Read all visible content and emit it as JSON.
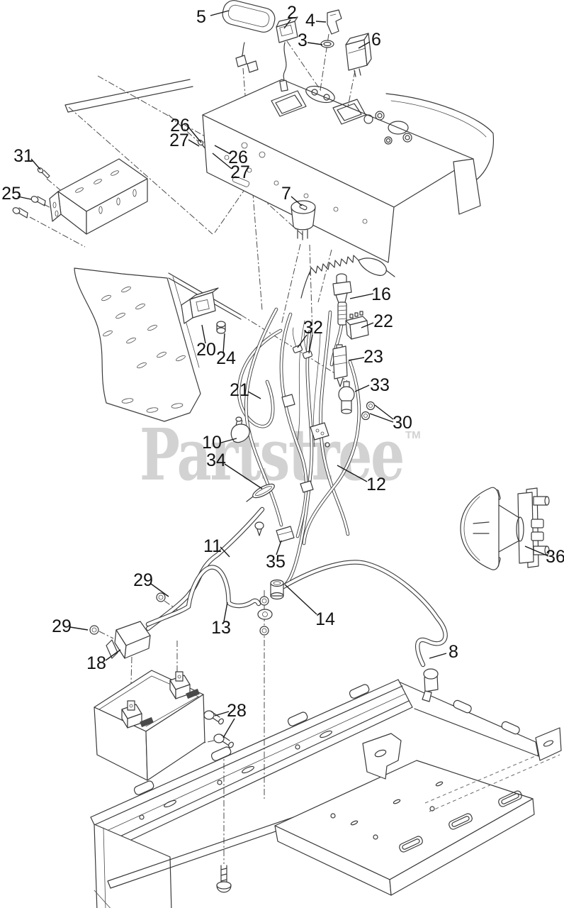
{
  "watermark": {
    "text": "Partstree",
    "tm_mark": "TM",
    "color": "#d2d2d2"
  },
  "colors": {
    "background": "#ffffff",
    "line": "#3a3a3a",
    "label": "#111111"
  },
  "callouts": [
    {
      "text": "5"
    },
    {
      "text": "2"
    },
    {
      "text": "4"
    },
    {
      "text": "3"
    },
    {
      "text": "6"
    },
    {
      "text": "26"
    },
    {
      "text": "27"
    },
    {
      "text": "26"
    },
    {
      "text": "27"
    },
    {
      "text": "31"
    },
    {
      "text": "25"
    },
    {
      "text": "7"
    },
    {
      "text": "16"
    },
    {
      "text": "22"
    },
    {
      "text": "23"
    },
    {
      "text": "32"
    },
    {
      "text": "20"
    },
    {
      "text": "24"
    },
    {
      "text": "33"
    },
    {
      "text": "30"
    },
    {
      "text": "21"
    },
    {
      "text": "10"
    },
    {
      "text": "34"
    },
    {
      "text": "12"
    },
    {
      "text": "11"
    },
    {
      "text": "35"
    },
    {
      "text": "36"
    },
    {
      "text": "29"
    },
    {
      "text": "29"
    },
    {
      "text": "13"
    },
    {
      "text": "14"
    },
    {
      "text": "18"
    },
    {
      "text": "8"
    },
    {
      "text": "28"
    }
  ]
}
